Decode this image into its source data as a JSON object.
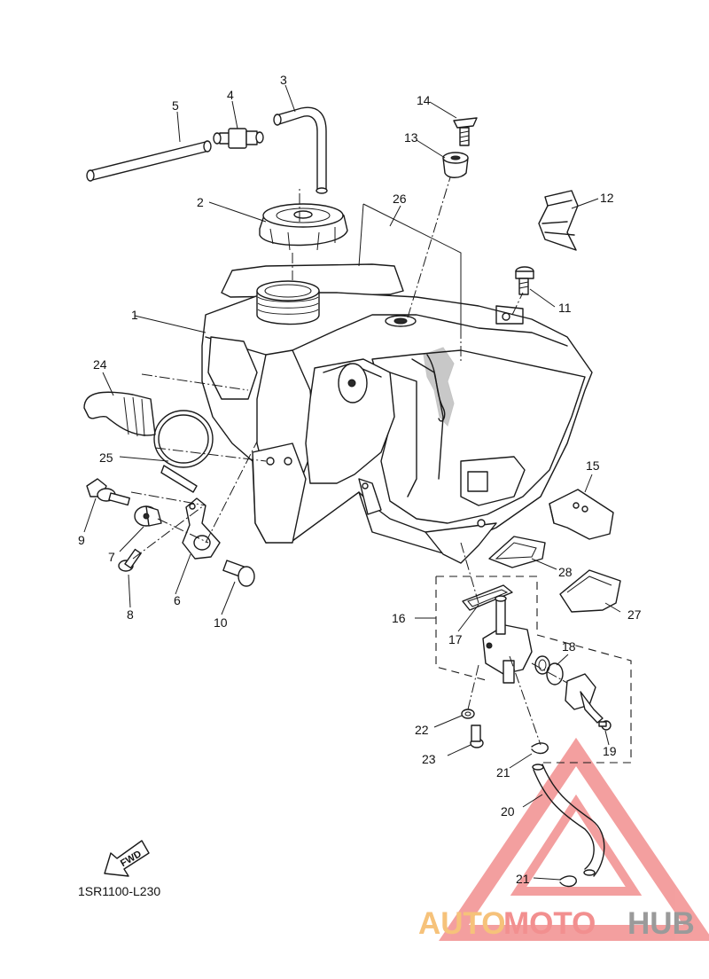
{
  "diagram": {
    "drawing_code": "1SR1100-L230",
    "fwd_label": "FWD",
    "callouts": [
      {
        "id": "c1",
        "text": "1"
      },
      {
        "id": "c2",
        "text": "2"
      },
      {
        "id": "c3",
        "text": "3"
      },
      {
        "id": "c4",
        "text": "4"
      },
      {
        "id": "c5",
        "text": "5"
      },
      {
        "id": "c6",
        "text": "6"
      },
      {
        "id": "c7",
        "text": "7"
      },
      {
        "id": "c8",
        "text": "8"
      },
      {
        "id": "c9",
        "text": "9"
      },
      {
        "id": "c10",
        "text": "10"
      },
      {
        "id": "c11",
        "text": "11"
      },
      {
        "id": "c12",
        "text": "12"
      },
      {
        "id": "c13",
        "text": "13"
      },
      {
        "id": "c14",
        "text": "14"
      },
      {
        "id": "c15",
        "text": "15"
      },
      {
        "id": "c16",
        "text": "16"
      },
      {
        "id": "c17",
        "text": "17"
      },
      {
        "id": "c18",
        "text": "18"
      },
      {
        "id": "c19",
        "text": "19"
      },
      {
        "id": "c20",
        "text": "20"
      },
      {
        "id": "c21a",
        "text": "21"
      },
      {
        "id": "c21b",
        "text": "21"
      },
      {
        "id": "c22",
        "text": "22"
      },
      {
        "id": "c23",
        "text": "23"
      },
      {
        "id": "c24",
        "text": "24"
      },
      {
        "id": "c25",
        "text": "25"
      },
      {
        "id": "c26",
        "text": "26"
      },
      {
        "id": "c27",
        "text": "27"
      },
      {
        "id": "c28",
        "text": "28"
      }
    ]
  },
  "watermark": {
    "part_auto": "AUTO",
    "part_moto": "MOTO",
    "part_hub": "HUB",
    "colors": {
      "auto": "#f6c27a",
      "moto": "#f28f8f",
      "hub": "#9a9a9a",
      "triangle": "#f28f8f"
    }
  }
}
